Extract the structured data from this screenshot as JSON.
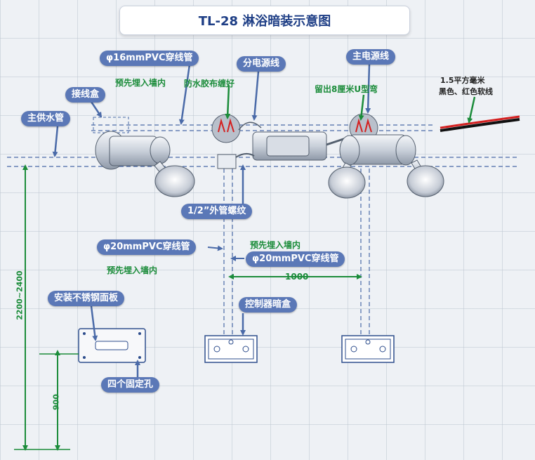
{
  "title": "TL-28  淋浴暗装示意图",
  "labels": {
    "pvc16": "φ16mmPVC穿线管",
    "sub_power": "分电源线",
    "main_power": "主电源线",
    "junction_box": "接线盒",
    "main_water": "主供水管",
    "embed_top": "预先埋入墙内",
    "waterproof": "防水胶布缠好",
    "u_bend": "留出8厘米U型弯",
    "wire_spec_1": "1.5平方毫米",
    "wire_spec_2": "黑色、红色软线",
    "thread": "1/2”外管螺纹",
    "pvc20_left": "φ20mmPVC穿线管",
    "pvc20_right": "φ20mmPVC穿线管",
    "embed_mid": "预先埋入墙内",
    "embed_left": "预先埋入墙内",
    "dim_1000": "1000",
    "steel_panel": "安装不锈钢面板",
    "control_box": "控制器暗盒",
    "fix_holes": "四个固定孔",
    "dim_height": "2200~2400",
    "dim_900": "900"
  },
  "colors": {
    "tag_bg": "#5b78b7",
    "tag_text": "#ffffff",
    "green_text": "#1b8c3a",
    "title_text": "#1f3f86",
    "pipe_dash": "#4a6aa8",
    "wire_red": "#d42020",
    "wire_black": "#111111"
  }
}
